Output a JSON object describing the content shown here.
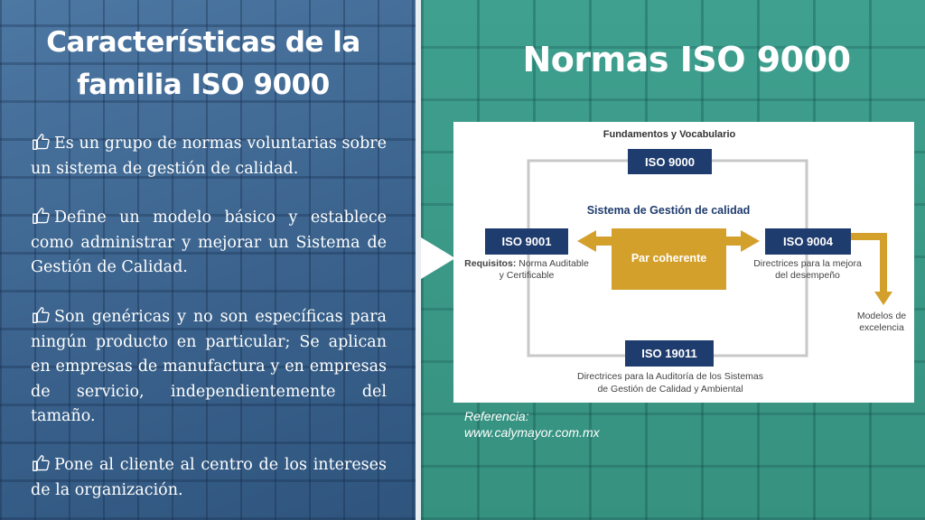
{
  "left": {
    "title_line1": "Características de la",
    "title_line2": "familia ISO 9000",
    "bullets": [
      "Es un grupo de normas voluntarias sobre un sistema de gestión de calidad.",
      "Define un modelo básico y establece como administrar y mejorar un Sistema de Gestión de Calidad.",
      "Son genéricas y no son específicas para ningún producto en particular; Se aplican en empresas de manufactura y en empresas de servicio, independientemente del tamaño.",
      "Pone al cliente al centro de los intereses de la organización."
    ]
  },
  "right": {
    "title": "Normas ISO 9000",
    "reference_label": "Referencia:",
    "reference_url": "www.calymayor.com.mx"
  },
  "diagram": {
    "top_caption": "Fundamentos y Vocabulario",
    "iso_9000": "ISO 9000",
    "center_title": "Sistema de Gestión de calidad",
    "iso_9001": "ISO 9001",
    "requisitos_bold": "Requisitos:",
    "requisitos_rest": " Norma Auditable",
    "requisitos_line2": "y Certificable",
    "par_coherente": "Par coherente",
    "iso_9004": "ISO 9004",
    "desc_9004_line1": "Directrices para la mejora",
    "desc_9004_line2": "del desempeño",
    "modelos_line1": "Modelos de",
    "modelos_line2": "excelencia",
    "iso_19011": "ISO 19011",
    "desc_19011_line1": "Directrices para la Auditoría de los Sistemas",
    "desc_19011_line2": "de Gestión de Calidad y Ambiental"
  },
  "colors": {
    "left_panel": "#3d6690",
    "right_panel": "#3a9b8a",
    "iso_box": "#1f3c6e",
    "gold": "#d4a02c",
    "frame_gray": "#c8c8c8"
  },
  "icons": {
    "bullet": "thumbs-up-icon",
    "pointer": "triangle-pointer-icon"
  }
}
